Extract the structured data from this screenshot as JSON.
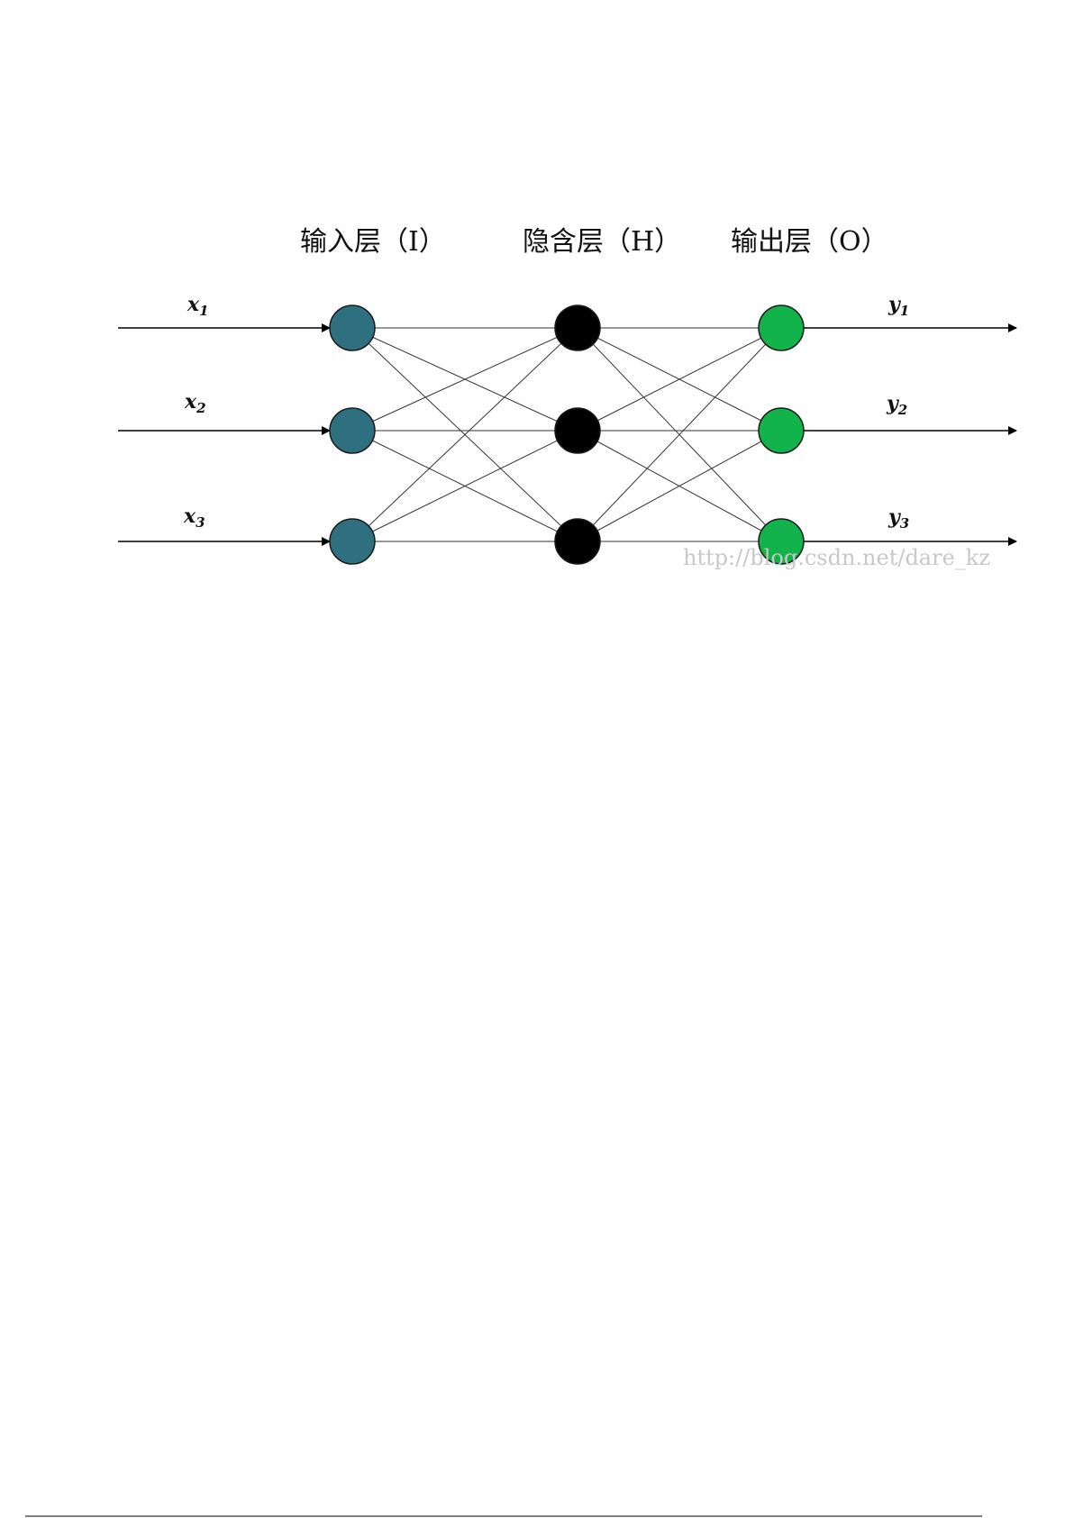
{
  "layers": [
    {
      "title": "输入层（I）",
      "color": "#2e6f80",
      "nodes": 3
    },
    {
      "title": "隐含层（H）",
      "color": "#000000",
      "nodes": 3
    },
    {
      "title": "输出层（O）",
      "color": "#11b34a",
      "nodes": 3
    }
  ],
  "inputs": [
    {
      "symbol": "x",
      "sub": "1"
    },
    {
      "symbol": "x",
      "sub": "2"
    },
    {
      "symbol": "x",
      "sub": "3"
    }
  ],
  "outputs": [
    {
      "symbol": "y",
      "sub": "1"
    },
    {
      "symbol": "y",
      "sub": "2"
    },
    {
      "symbol": "y",
      "sub": "3"
    }
  ],
  "watermark": "http://blog.csdn.net/dare_kz"
}
